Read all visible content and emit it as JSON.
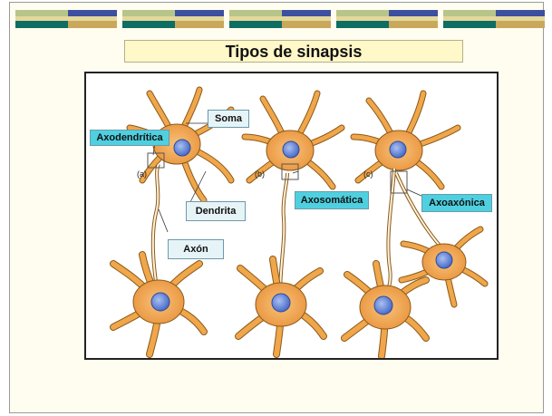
{
  "slide": {
    "title": "Tipos de sinapsis"
  },
  "figure": {
    "labels": {
      "axodendritica": "Axodendrítica",
      "soma": "Soma",
      "dendrita": "Dendrita",
      "axon": "Axón",
      "axosomatica": "Axosomática",
      "axoaxonica": "Axoaxónica"
    },
    "panel_letters": [
      "(a)",
      "(b)",
      "(c)"
    ]
  },
  "colors": {
    "neuron_fill": "#f0a64a",
    "neuron_stroke": "#8a5a1a",
    "nucleus": "#6f8fd8",
    "label_cyan": "#4fd0e0",
    "label_light": "#e6f4f8"
  }
}
